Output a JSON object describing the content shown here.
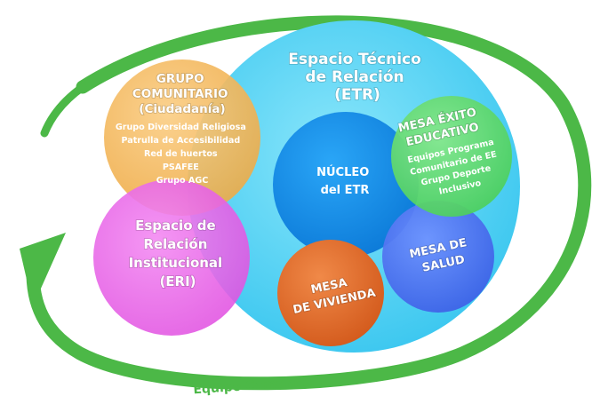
{
  "diagram": {
    "etr": {
      "title_lines": [
        "Espacio Técnico",
        "de Relación",
        "(ETR)"
      ]
    },
    "grupo_comunitario": {
      "title_lines": [
        "GRUPO",
        "COMUNITARIO",
        "(Ciudadanía)"
      ],
      "items": [
        "Grupo Diversidad Religiosa",
        "Patrulla de Accesibilidad",
        "Red de huertos",
        "PSAFEE",
        "Grupo AGC"
      ]
    },
    "eri": {
      "title_lines": [
        "Espacio de",
        "Relación",
        "Institucional",
        "(ERI)"
      ]
    },
    "nucleo": {
      "title_lines": [
        "NÚCLEO",
        "del ETR"
      ]
    },
    "mesa_exito": {
      "title_lines": [
        "MESA ÉXITO",
        "EDUCATIVO"
      ],
      "items_lines": [
        "Equipos Programa",
        "Comunitario de EE",
        "Grupo Deporte",
        "Inclusivo"
      ]
    },
    "mesa_salud": {
      "title_lines": [
        "MESA DE",
        "SALUD"
      ]
    },
    "mesa_vivienda": {
      "title_lines": [
        "MESA",
        "DE VIVIENDA"
      ]
    },
    "equipo_comunitario": {
      "label": "Equipo Comunitario"
    }
  },
  "colors": {
    "etr": "#5fd3f3",
    "grupo": "#f2b04c",
    "eri": "#ea62e8",
    "nucleo": "#1a8fe8",
    "mesa_exito": "#5ed56a",
    "mesa_salud": "#4d73f0",
    "mesa_vivienda": "#e0672a",
    "arrow": "#4cb847"
  }
}
